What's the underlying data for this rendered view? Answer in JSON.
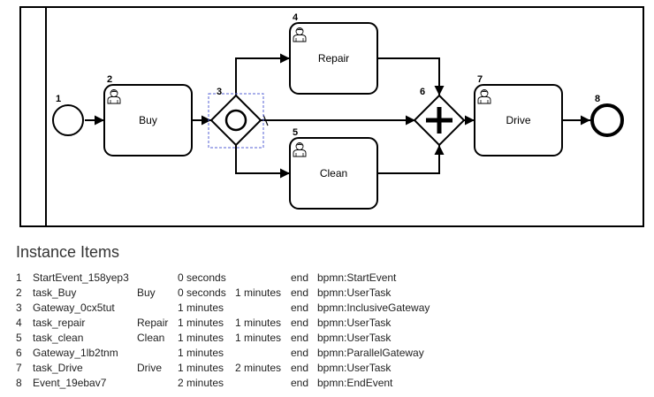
{
  "diagram": {
    "nodes": [
      {
        "id": "start",
        "number": "1",
        "label": ""
      },
      {
        "id": "buy",
        "number": "2",
        "label": "Buy"
      },
      {
        "id": "incl-gateway",
        "number": "3",
        "label": ""
      },
      {
        "id": "repair",
        "number": "4",
        "label": "Repair"
      },
      {
        "id": "clean",
        "number": "5",
        "label": "Clean"
      },
      {
        "id": "par-gateway",
        "number": "6",
        "label": ""
      },
      {
        "id": "drive",
        "number": "7",
        "label": "Drive"
      },
      {
        "id": "end",
        "number": "8",
        "label": ""
      }
    ]
  },
  "instance_items": {
    "title": "Instance Items",
    "rows": [
      {
        "idx": "1",
        "id": "StartEvent_158yep3",
        "name": "",
        "start": "0 seconds",
        "duration": "",
        "status": "end",
        "type": "bpmn:StartEvent"
      },
      {
        "idx": "2",
        "id": "task_Buy",
        "name": "Buy",
        "start": "0 seconds",
        "duration": "1 minutes",
        "status": "end",
        "type": "bpmn:UserTask"
      },
      {
        "idx": "3",
        "id": "Gateway_0cx5tut",
        "name": "",
        "start": "1 minutes",
        "duration": "",
        "status": "end",
        "type": "bpmn:InclusiveGateway"
      },
      {
        "idx": "4",
        "id": "task_repair",
        "name": "Repair",
        "start": "1 minutes",
        "duration": "1 minutes",
        "status": "end",
        "type": "bpmn:UserTask"
      },
      {
        "idx": "5",
        "id": "task_clean",
        "name": "Clean",
        "start": "1 minutes",
        "duration": "1 minutes",
        "status": "end",
        "type": "bpmn:UserTask"
      },
      {
        "idx": "6",
        "id": "Gateway_1lb2tnm",
        "name": "",
        "start": "1 minutes",
        "duration": "",
        "status": "end",
        "type": "bpmn:ParallelGateway"
      },
      {
        "idx": "7",
        "id": "task_Drive",
        "name": "Drive",
        "start": "1 minutes",
        "duration": "2 minutes",
        "status": "end",
        "type": "bpmn:UserTask"
      },
      {
        "idx": "8",
        "id": "Event_19ebav7",
        "name": "",
        "start": "2 minutes",
        "duration": "",
        "status": "end",
        "type": "bpmn:EndEvent"
      }
    ]
  }
}
